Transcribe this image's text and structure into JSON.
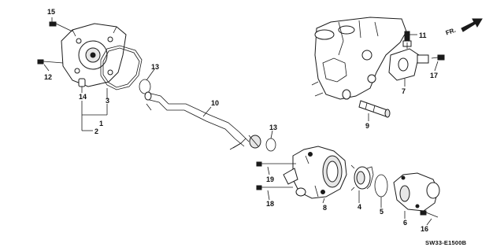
{
  "diagram": {
    "callouts": [
      "15",
      "12",
      "14",
      "3",
      "1",
      "2",
      "13",
      "10",
      "13",
      "19",
      "18",
      "8",
      "4",
      "5",
      "6",
      "16",
      "11",
      "17",
      "7",
      "9"
    ],
    "drawing_code": "SW33-E1500B",
    "direction_label": "FR."
  },
  "colors": {
    "ink": "#1a1a1a",
    "background": "#ffffff",
    "shade": "#e6e6e6"
  }
}
